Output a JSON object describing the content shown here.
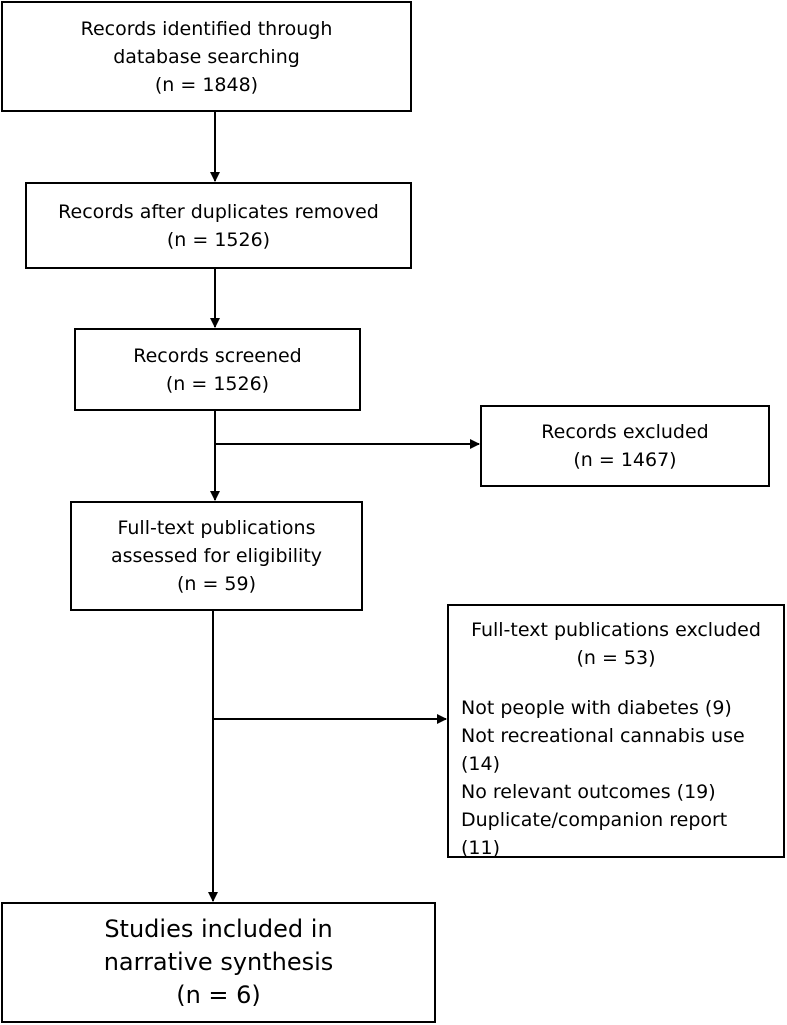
{
  "boxes": {
    "identified": {
      "line1": "Records identified through",
      "line2": "database searching",
      "count": "(n = 1848)"
    },
    "after_duplicates": {
      "line1": "Records after duplicates removed",
      "count": "(n = 1526)"
    },
    "screened": {
      "line1": "Records screened",
      "count": "(n = 1526)"
    },
    "excluded": {
      "line1": "Records excluded",
      "count": "(n = 1467)"
    },
    "fulltext_assessed": {
      "line1": "Full-text publications",
      "line2": "assessed for eligibility",
      "count": "(n = 59)"
    },
    "fulltext_excluded": {
      "line1": "Full-text publications excluded",
      "count": "(n = 53)",
      "reasons": [
        "Not people with diabetes (9)",
        "Not recreational cannabis use",
        "(14)",
        "No relevant outcomes (19)",
        "Duplicate/companion report",
        "(11)"
      ]
    },
    "included": {
      "line1": "Studies included in",
      "line2": "narrative synthesis",
      "count": "(n = 6)"
    }
  }
}
